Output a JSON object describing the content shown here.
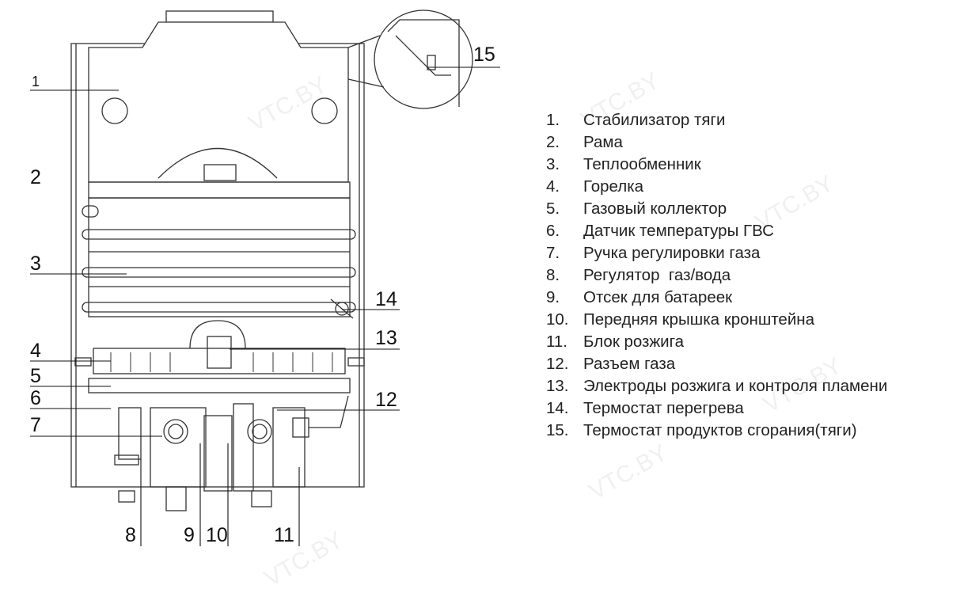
{
  "callouts": [
    "1",
    "2",
    "3",
    "4",
    "5",
    "6",
    "7",
    "8",
    "9",
    "10",
    "11",
    "12",
    "13",
    "14",
    "15"
  ],
  "legend": [
    {
      "num": "1.",
      "label": "Стабилизатор тяги"
    },
    {
      "num": "2.",
      "label": "Рама"
    },
    {
      "num": "3.",
      "label": "Теплообменник"
    },
    {
      "num": "4.",
      "label": "Горелка"
    },
    {
      "num": "5.",
      "label": "Газовый коллектор"
    },
    {
      "num": "6.",
      "label": "Датчик температуры ГВС"
    },
    {
      "num": "7.",
      "label": "Ручка регулировки газа"
    },
    {
      "num": "8.",
      "label": "Регулятор  газ/вода"
    },
    {
      "num": "9.",
      "label": "Отсек для батареек"
    },
    {
      "num": "10.",
      "label": "Передняя крышка кронштейна"
    },
    {
      "num": "11.",
      "label": "Блок розжига"
    },
    {
      "num": "12.",
      "label": "Разъем газа"
    },
    {
      "num": "13.",
      "label": "Электроды розжига и контроля пламени"
    },
    {
      "num": "14.",
      "label": "Термостат перегрева"
    },
    {
      "num": "15.",
      "label": "Термостат продуктов сгорания(тяги)"
    }
  ],
  "watermark": "VTC.BY"
}
